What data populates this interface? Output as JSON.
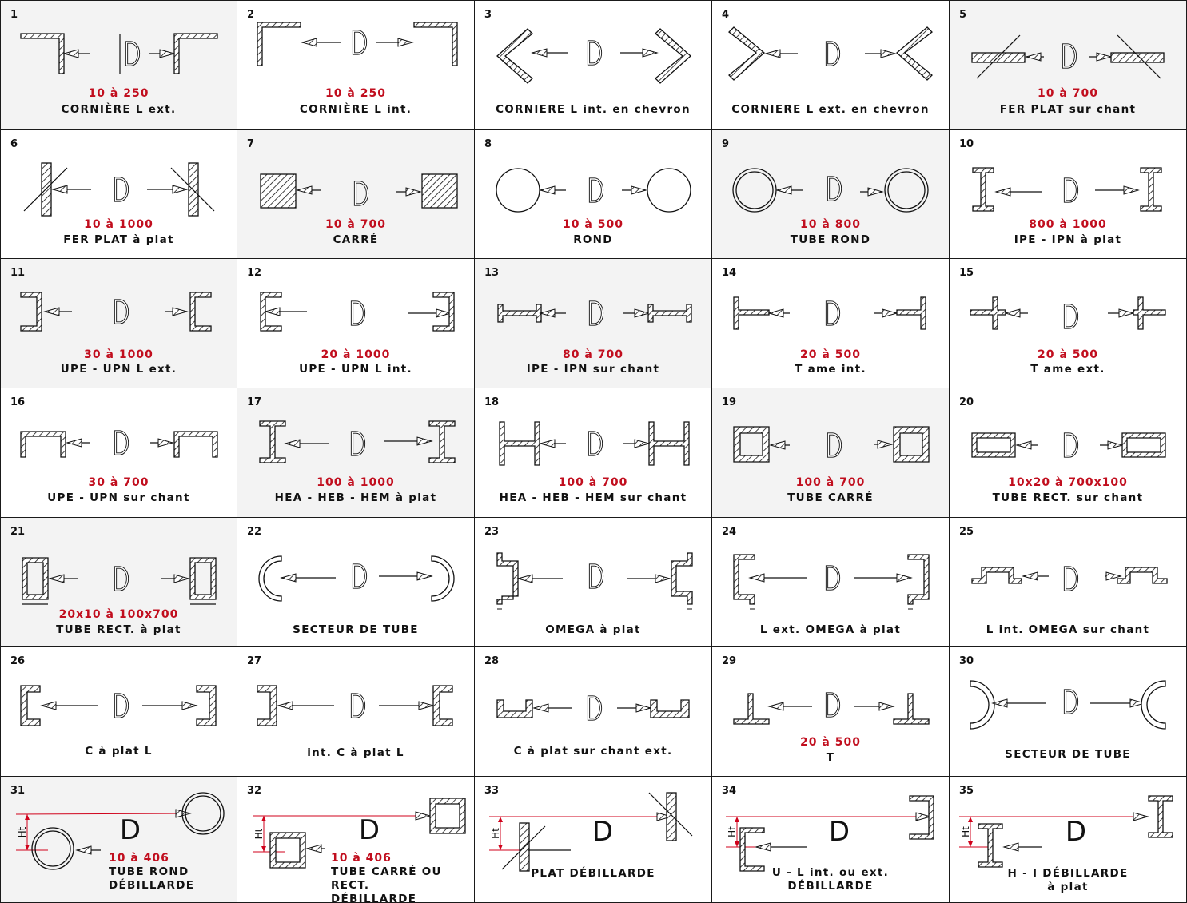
{
  "title": "",
  "colors": {
    "range": "#c10e1e",
    "ink": "#111111",
    "shade": "#f3f3f3",
    "measure": "#d0021b"
  },
  "letter": "D",
  "ht_label": "Ht",
  "cells": [
    {
      "num": "1",
      "range": "10 à 250",
      "label": "CORNIÈRE L ext.",
      "shade": true,
      "shape": "angle-ext"
    },
    {
      "num": "2",
      "range": "10 à 250",
      "label": "CORNIÈRE L int.",
      "shade": false,
      "shape": "angle-int"
    },
    {
      "num": "3",
      "range": "",
      "label": "CORNIERE L int. en chevron",
      "shade": false,
      "shape": "chevron-int"
    },
    {
      "num": "4",
      "range": "",
      "label": "CORNIERE L ext. en chevron",
      "shade": false,
      "shape": "chevron-ext"
    },
    {
      "num": "5",
      "range": "10 à 700",
      "label": "FER PLAT sur chant",
      "shade": true,
      "shape": "flat-edge"
    },
    {
      "num": "6",
      "range": "10 à 1000",
      "label": "FER PLAT à plat",
      "shade": false,
      "shape": "flat-plat"
    },
    {
      "num": "7",
      "range": "10 à 700",
      "label": "CARRÉ",
      "shade": true,
      "shape": "square"
    },
    {
      "num": "8",
      "range": "10 à 500",
      "label": "ROND",
      "shade": false,
      "shape": "round"
    },
    {
      "num": "9",
      "range": "10 à 800",
      "label": "TUBE ROND",
      "shade": true,
      "shape": "tube-round"
    },
    {
      "num": "10",
      "range": "800 à 1000",
      "label": "IPE - IPN à plat",
      "shade": false,
      "shape": "ibeam"
    },
    {
      "num": "11",
      "range": "30 à 1000",
      "label": "UPE - UPN L ext.",
      "shade": true,
      "shape": "channel-ext"
    },
    {
      "num": "12",
      "range": "20 à 1000",
      "label": "UPE - UPN L int.",
      "shade": false,
      "shape": "channel-int"
    },
    {
      "num": "13",
      "range": "80 à 700",
      "label": "IPE - IPN sur chant",
      "shade": true,
      "shape": "ibeam-edge"
    },
    {
      "num": "14",
      "range": "20 à 500",
      "label": "T ame int.",
      "shade": false,
      "shape": "tee-int"
    },
    {
      "num": "15",
      "range": "20 à 500",
      "label": "T ame ext.",
      "shade": false,
      "shape": "tee-ext"
    },
    {
      "num": "16",
      "range": "30 à 700",
      "label": "UPE - UPN sur chant",
      "shade": false,
      "shape": "channel-edge"
    },
    {
      "num": "17",
      "range": "100 à 1000",
      "label": "HEA - HEB - HEM à plat",
      "shade": true,
      "shape": "hea-plat"
    },
    {
      "num": "18",
      "range": "100 à 700",
      "label": "HEA - HEB - HEM sur chant",
      "shade": false,
      "shape": "hea-edge"
    },
    {
      "num": "19",
      "range": "100 à 700",
      "label": "TUBE CARRÉ",
      "shade": true,
      "shape": "tube-square"
    },
    {
      "num": "20",
      "range": "10x20 à 700x100",
      "label": "TUBE RECT. sur chant",
      "shade": false,
      "shape": "tube-rect-edge"
    },
    {
      "num": "21",
      "range": "20x10 à 100x700",
      "label": "TUBE RECT. à plat",
      "shade": true,
      "shape": "tube-rect-plat"
    },
    {
      "num": "22",
      "range": "",
      "label": "SECTEUR DE TUBE",
      "shade": false,
      "shape": "sector"
    },
    {
      "num": "23",
      "range": "",
      "label": "OMEGA à plat",
      "shade": false,
      "shape": "omega-plat"
    },
    {
      "num": "24",
      "range": "",
      "label": "L ext. OMEGA à plat",
      "shade": false,
      "shape": "omega-ext"
    },
    {
      "num": "25",
      "range": "",
      "label": "L int. OMEGA sur chant",
      "shade": false,
      "shape": "omega-edge"
    },
    {
      "num": "26",
      "range": "",
      "label": "C à plat L",
      "shade": false,
      "shape": "c-ext"
    },
    {
      "num": "27",
      "range": "",
      "label": "int. C à plat L",
      "shade": false,
      "shape": "c-int"
    },
    {
      "num": "28",
      "range": "",
      "label": "C à plat sur chant ext.",
      "shade": false,
      "shape": "c-edge"
    },
    {
      "num": "29",
      "range": "20 à 500",
      "label": "T",
      "shade": false,
      "shape": "tee-flat"
    },
    {
      "num": "30",
      "range": "",
      "label": "SECTEUR DE TUBE",
      "shade": false,
      "shape": "sector-ext"
    },
    {
      "num": "31",
      "range": "10 à 406",
      "label": "TUBE ROND\nDÉBILLARDE",
      "shade": true,
      "shape": "deb-tube-round"
    },
    {
      "num": "32",
      "range": "10 à 406",
      "label": "TUBE CARRÉ OU RECT.\nDÉBILLARDE",
      "shade": false,
      "shape": "deb-tube-square"
    },
    {
      "num": "33",
      "range": "",
      "label": "PLAT DÉBILLARDE",
      "shade": false,
      "shape": "deb-flat"
    },
    {
      "num": "34",
      "range": "",
      "label": "U - L  int. ou ext.\nDÉBILLARDE",
      "shade": false,
      "shape": "deb-channel"
    },
    {
      "num": "35",
      "range": "",
      "label": "H - I  DÉBILLARDE\nà plat",
      "shade": false,
      "shape": "deb-ibeam"
    }
  ]
}
